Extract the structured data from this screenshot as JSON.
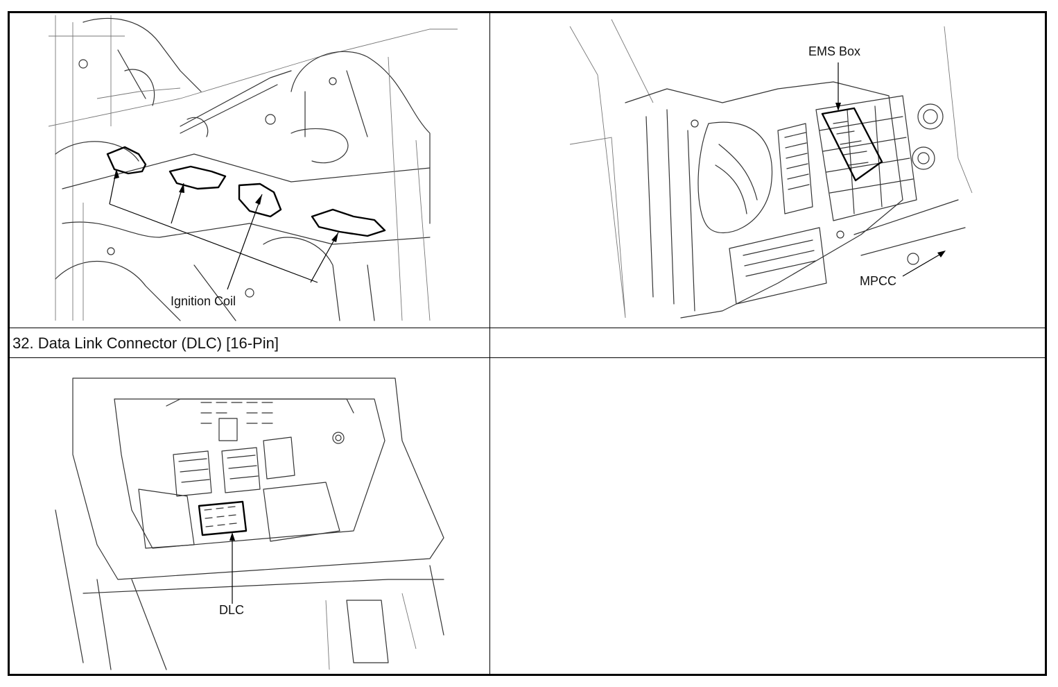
{
  "figures": {
    "ignition": {
      "callout": "Ignition Coil"
    },
    "ems": {
      "callout_box": "EMS Box",
      "callout_mpcc": "MPCC"
    },
    "dlc": {
      "callout": "DLC"
    }
  },
  "rows": {
    "row2_left": "32. Data Link Connector (DLC) [16-Pin]",
    "row2_right": ""
  }
}
